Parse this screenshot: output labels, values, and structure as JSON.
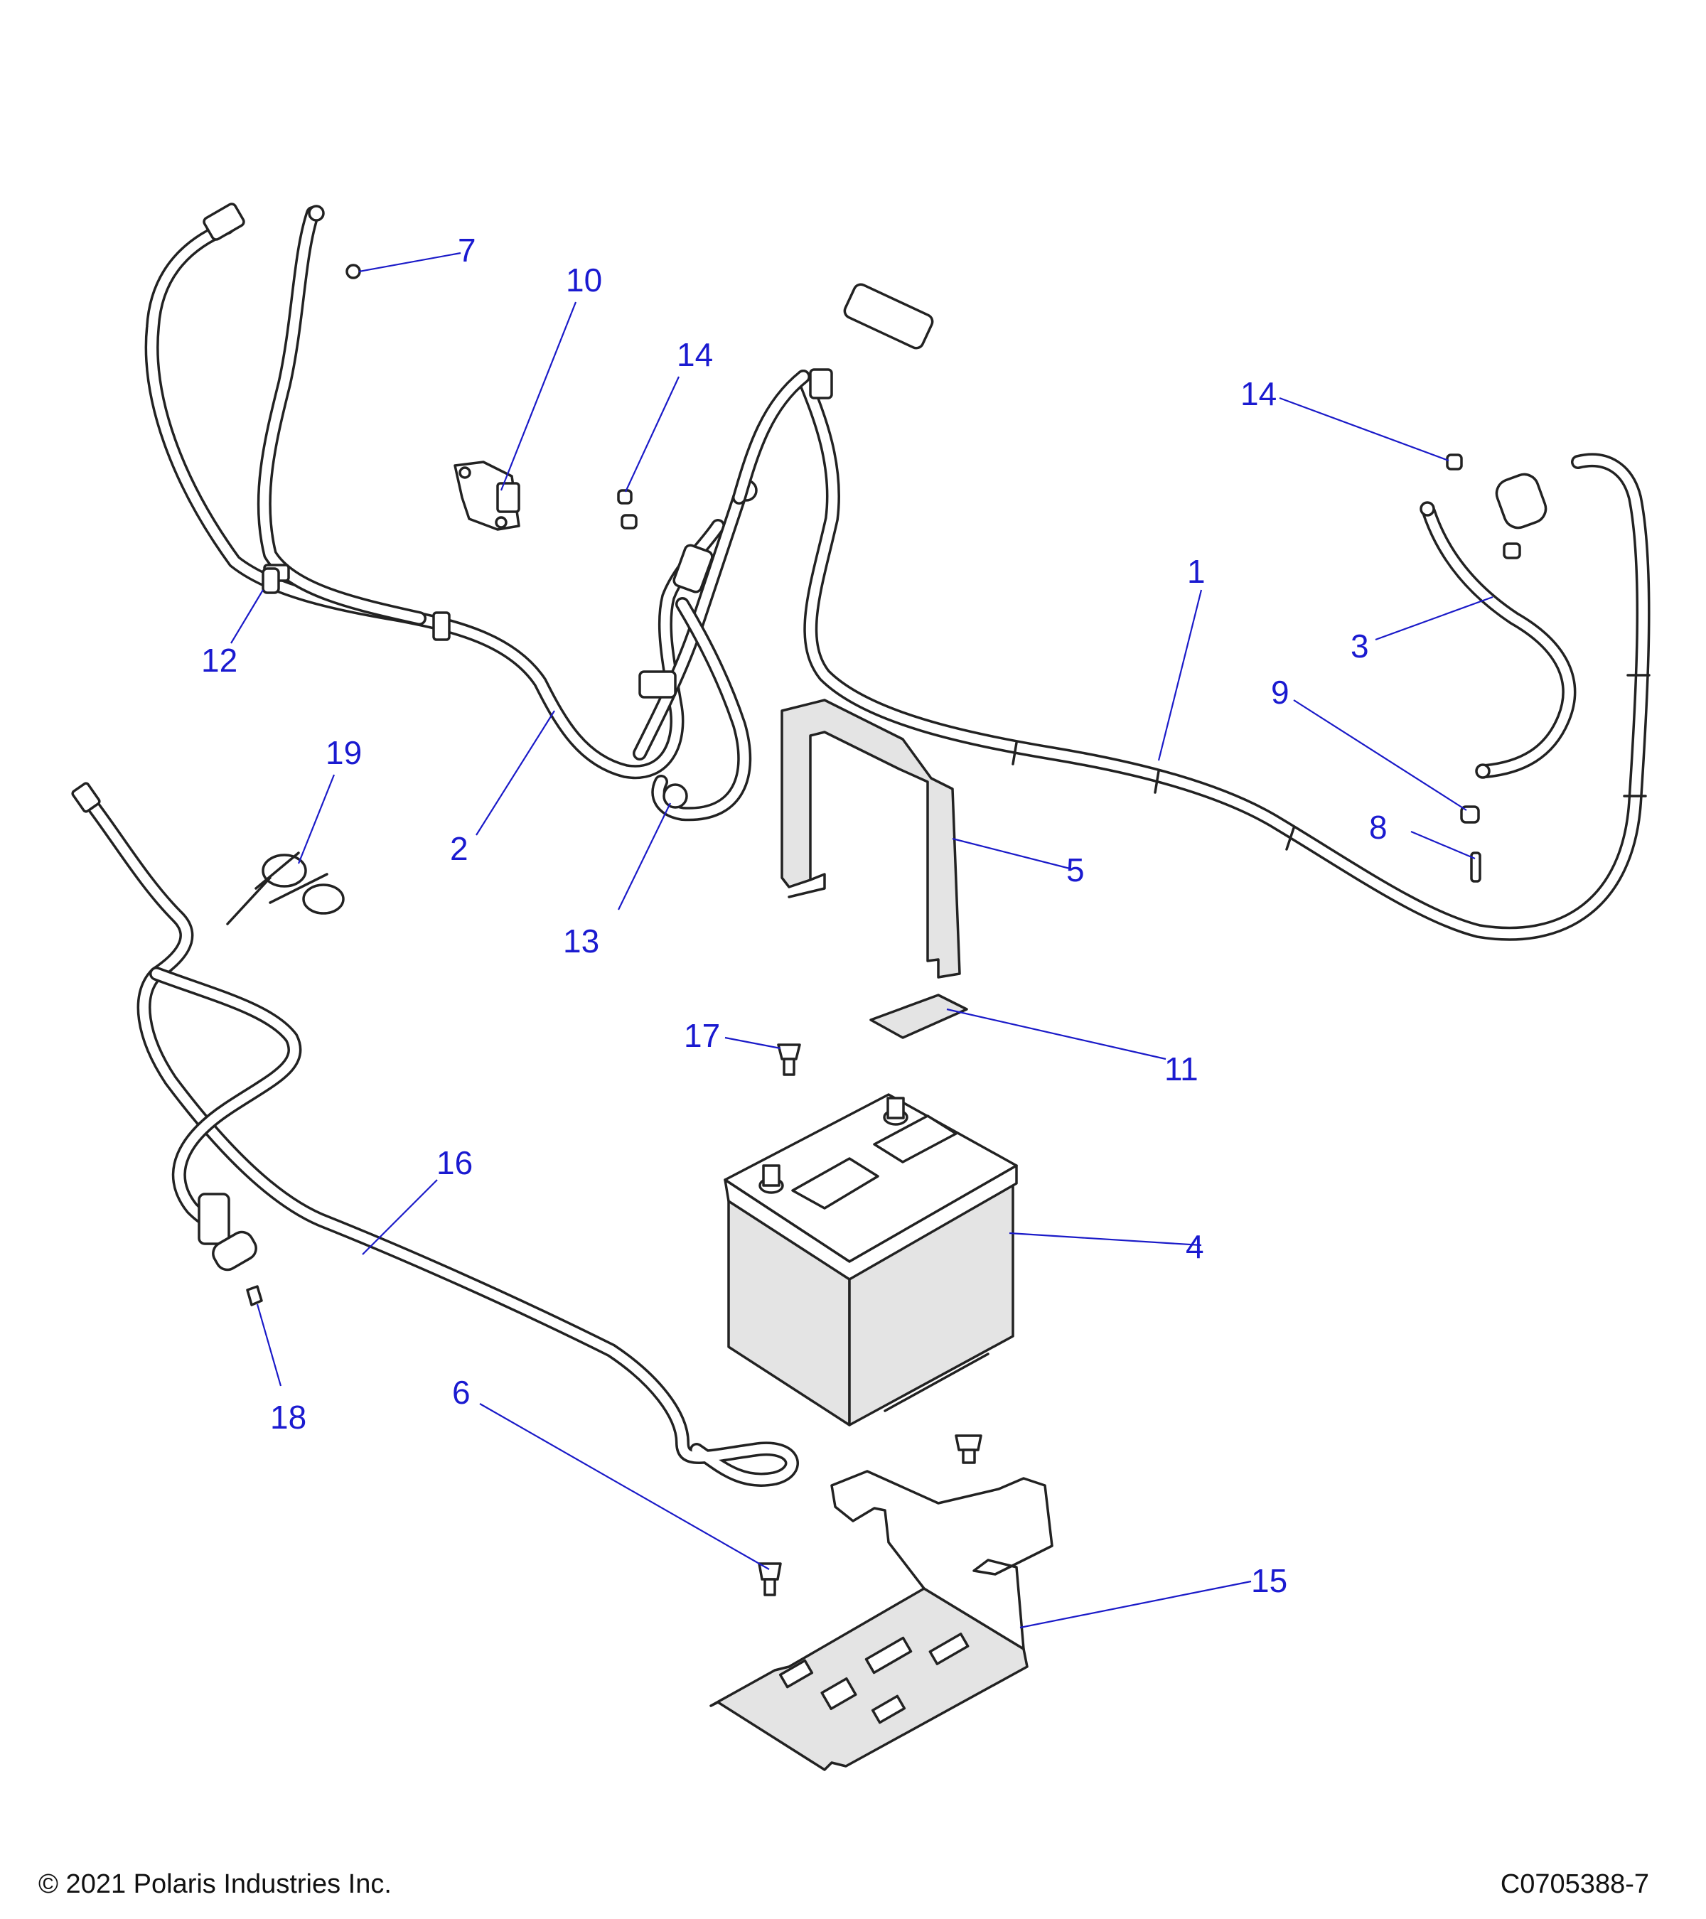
{
  "callouts": {
    "c1": "1",
    "c2": "2",
    "c3": "3",
    "c4": "4",
    "c5": "5",
    "c6": "6",
    "c7": "7",
    "c8": "8",
    "c9": "9",
    "c10": "10",
    "c11": "11",
    "c12": "12",
    "c13": "13",
    "c14a": "14",
    "c14b": "14",
    "c15": "15",
    "c16": "16",
    "c17": "17",
    "c18": "18",
    "c19": "19"
  },
  "footer": {
    "copyright": "© 2021 Polaris Industries Inc.",
    "drawing_id": "C0705388-7"
  },
  "colors": {
    "callout": "#1a1ad0",
    "line": "#222222",
    "part_shade": "#e4e4e4"
  }
}
